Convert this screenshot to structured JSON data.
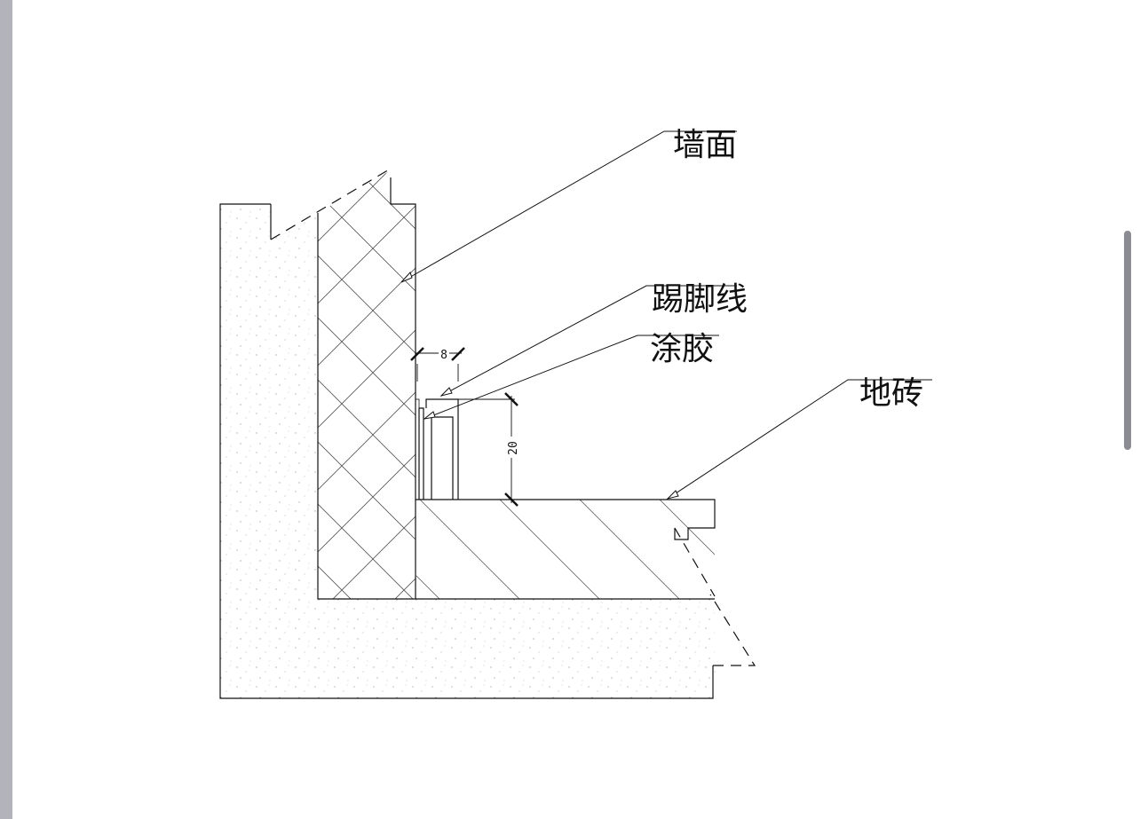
{
  "labels": {
    "wall_surface": "墙面",
    "skirting_line": "踢脚线",
    "adhesive": "涂胶",
    "floor_tile": "地砖"
  },
  "dimensions": {
    "gap": "8",
    "height": "20"
  }
}
